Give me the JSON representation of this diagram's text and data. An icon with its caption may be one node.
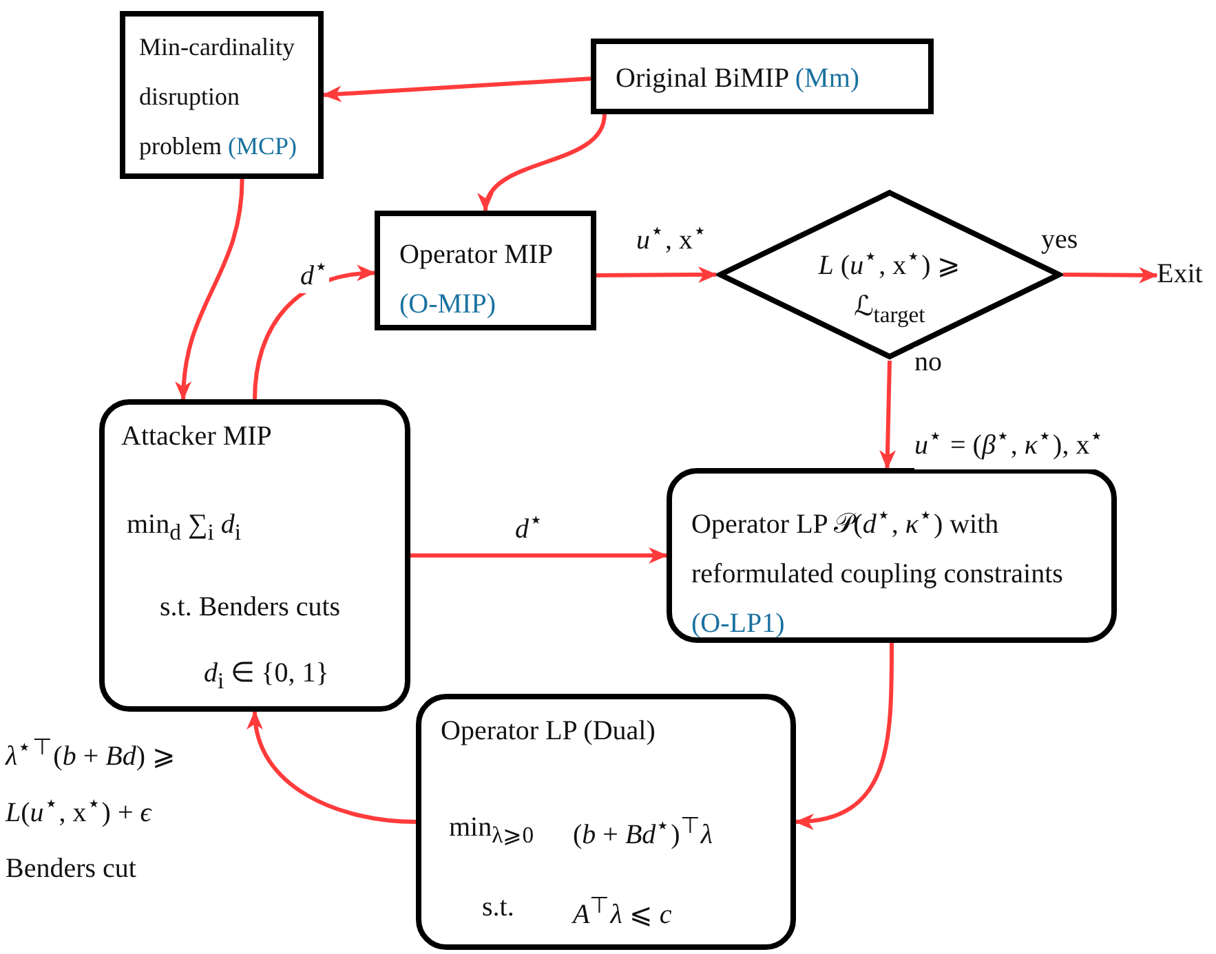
{
  "diagram": {
    "nodes": [
      {
        "text": [
          "Min-cardinality disruption problem",
          "(MCP)"
        ]
      },
      {
        "text": [
          "Original BiMIP",
          "(Mm)"
        ]
      },
      {
        "text": [
          "Operator MIP",
          "(O-MIP)"
        ]
      },
      {
        "text": [
          "*L* (*u*$^{⋆}$, x$^{⋆}$) ⩾ ℒ$_{target}$"
        ]
      },
      {
        "text": [
          "Exit"
        ]
      },
      {
        "text": [
          "Attacker MIP",
          "min$_{d}$ ∑$_{i}$ *d*$_{i}$",
          "s.t. Benders cuts",
          "*d*$_{i}$ ∈ {0, 1}"
        ]
      },
      {
        "text": [
          "Operator LP 𝒫(*d*$^{⋆}$, *κ*$^{⋆}$) with reformulated coupling constraints",
          "(O-LP1)"
        ]
      },
      {
        "text": [
          "Operator LP (Dual)",
          "min$_{λ⩾0}$",
          "(*b* + *Bd*$^{⋆}$)$^{⊤}$*λ*",
          "s.t.",
          "*A*$^{⊤}$*λ* ⩽ *c*"
        ]
      }
    ],
    "edges": [
      {
        "from": 1,
        "to": 0,
        "arrow": "to"
      },
      {
        "from": 1,
        "to": 2,
        "arrow": "to"
      },
      {
        "from": 0,
        "to": 5,
        "arrow": "to"
      },
      {
        "from": 5,
        "to": 2,
        "arrow": "to",
        "label": "*d*$^{⋆}$"
      },
      {
        "from": 2,
        "to": 3,
        "arrow": "to",
        "label": "*u*$^{⋆}$, x$^{⋆}$"
      },
      {
        "from": 3,
        "to": 4,
        "arrow": "to",
        "label": "yes"
      },
      {
        "from": 3,
        "to": 6,
        "arrow": "to",
        "label": "no"
      },
      {
        "from": 5,
        "to": 6,
        "arrow": "to",
        "label": "*d*$^{⋆}$"
      },
      {
        "from": 6,
        "to": 7,
        "arrow": "to"
      },
      {
        "from": 7,
        "to": 5,
        "arrow": "to"
      }
    ],
    "labels": [
      "*u*$^{⋆}$ = (*β*$^{⋆}$, *κ*$^{⋆}$), x$^{⋆}$",
      "*λ*$^{⋆⊤}$(*b* + *Bd*) ⩾ *L*(*u*$^{⋆}$, x$^{⋆}$) + *ϵ*",
      "Benders cut"
    ]
  }
}
